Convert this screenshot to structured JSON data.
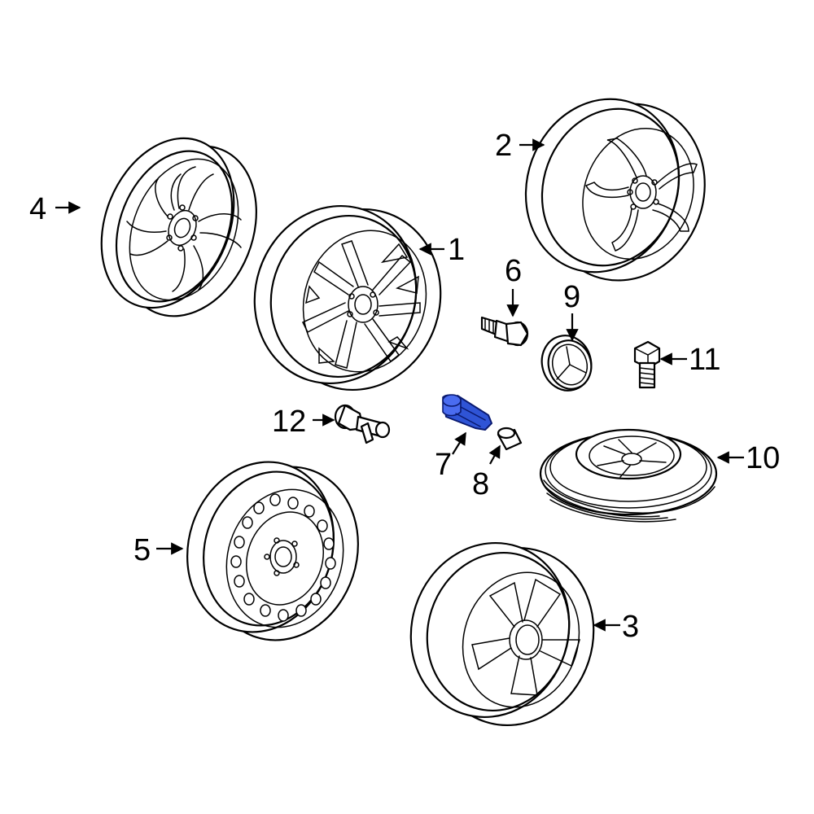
{
  "callouts": {
    "c1": "1",
    "c2": "2",
    "c3": "3",
    "c4": "4",
    "c5": "5",
    "c6": "6",
    "c7": "7",
    "c8": "8",
    "c9": "9",
    "c10": "10",
    "c11": "11",
    "c12": "12"
  },
  "colors": {
    "highlight": "#2f54d6",
    "line": "#000000",
    "background": "#ffffff"
  }
}
